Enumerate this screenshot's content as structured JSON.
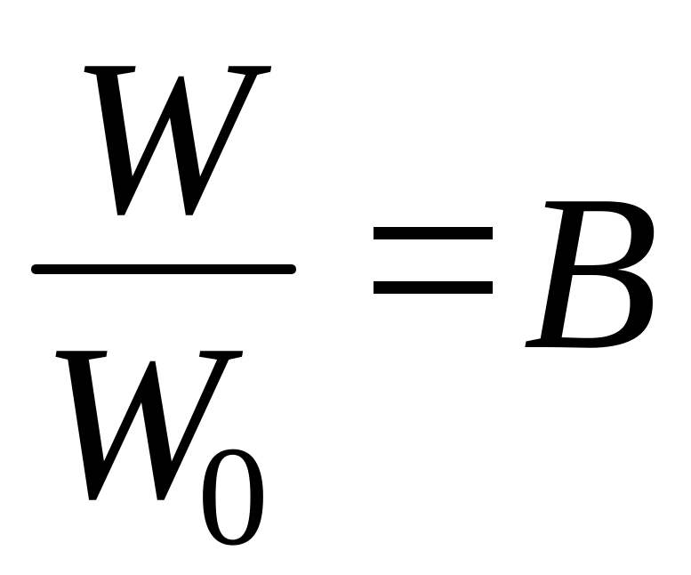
{
  "formula": {
    "numerator": "W",
    "denominator": "W",
    "denominator_subscript": "0",
    "operator": "=",
    "rhs": "B"
  }
}
